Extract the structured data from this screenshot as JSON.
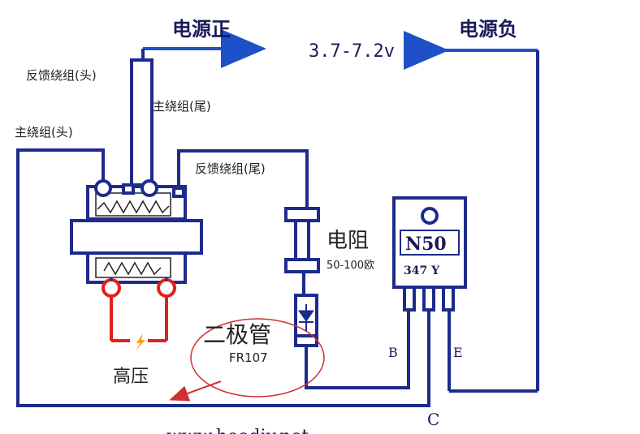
{
  "labels": {
    "power_positive": "电源正",
    "power_negative": "电源负",
    "voltage": "3.7-7.2v",
    "feedback_head": "反馈绕组(头)",
    "main_tail": "主绕组(尾)",
    "main_head": "主绕组(头)",
    "feedback_tail": "反馈绕组(尾)",
    "resistor": "电阻",
    "resistor_value": "50-100欧",
    "diode": "二极管",
    "diode_model": "FR107",
    "high_voltage": "高压",
    "transistor_model": "N50",
    "transistor_code": "347 Y",
    "pin_b": "B",
    "pin_c": "C",
    "pin_e": "E",
    "watermark": "www.hoodiy.net"
  },
  "colors": {
    "wire": "#1e2a8c",
    "hv_wire": "#e02020",
    "arrow": "#1e50c8",
    "annotation": "#d23030",
    "spark": "#f0a020"
  },
  "icons": {
    "spark": "lightning-icon",
    "arrow_right": "arrow-right-icon",
    "arrow_left": "arrow-left-icon"
  }
}
